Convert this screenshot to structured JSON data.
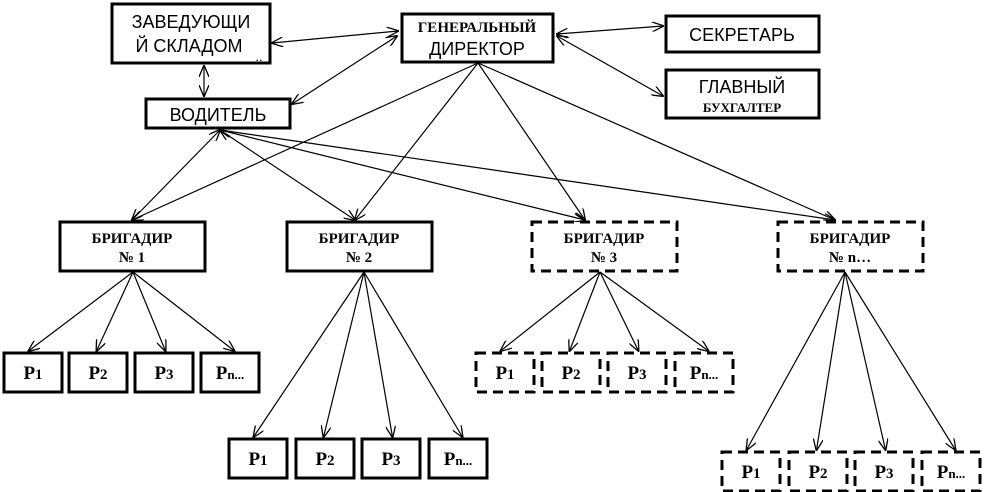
{
  "title": "Организационная структура",
  "nodes": {
    "warehouse_manager": {
      "line1": "ЗАВЕДУЮЩИ",
      "line2": "Й СКЛАДОМ",
      "mark": ".."
    },
    "general_director": {
      "line1": "ГЕНЕРАЛЬНЫЙ",
      "line2": "ДИРЕКТОР"
    },
    "secretary": {
      "line1": "СЕКРЕТАРЬ"
    },
    "chief_accountant": {
      "line1": "ГЛАВНЫЙ",
      "line2": "БУХГАЛТЕР"
    },
    "driver": {
      "line1": "ВОДИТЕЛЬ"
    },
    "foremen": [
      {
        "line1": "БРИГАДИР",
        "line2": "№ 1",
        "dashed": false
      },
      {
        "line1": "БРИГАДИР",
        "line2": "№ 2",
        "dashed": false
      },
      {
        "line1": "БРИГАДИР",
        "line2": "№ 3",
        "dashed": true
      },
      {
        "line1": "БРИГАДИР",
        "line2": "№ n…",
        "dashed": true
      }
    ],
    "workers": [
      {
        "letter": "Р",
        "indices": [
          "1",
          "2",
          "3",
          "n..."
        ]
      }
    ]
  }
}
